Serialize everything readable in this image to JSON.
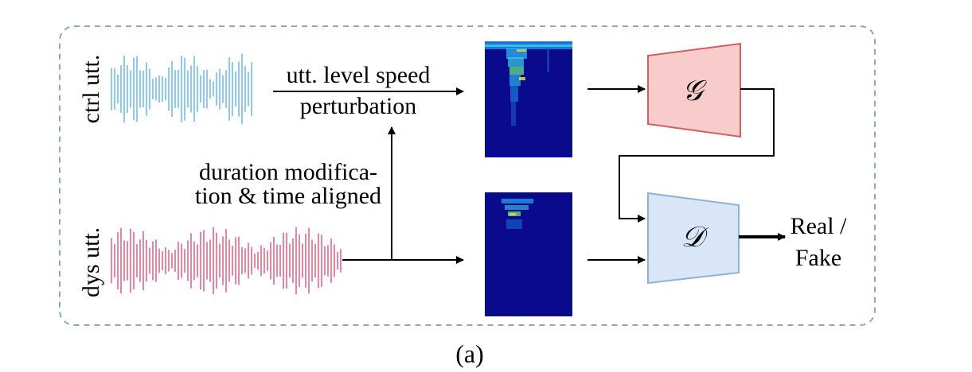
{
  "labels": {
    "ctrl_utt": "ctrl utt.",
    "dys_utt": "dys utt.",
    "speed_line1": "utt. level speed",
    "speed_line2": "perturbation",
    "duration_line1": "duration modifica-",
    "duration_line2": "tion & time aligned",
    "generator_symbol": "𝒢",
    "discriminator_symbol": "𝒟",
    "output_line1": "Real /",
    "output_line2": "Fake",
    "caption": "(a)"
  },
  "colors": {
    "ctrl_waveform": "#5ab4e6",
    "dys_waveform": "#e0507e",
    "generator_fill": "#f9cccc",
    "generator_stroke": "#d06060",
    "discriminator_fill": "#d8e6f8",
    "discriminator_stroke": "#8fb1d9",
    "spectrogram_bg": "#0a0a8c",
    "frame_dash": "#8ea6c6"
  }
}
